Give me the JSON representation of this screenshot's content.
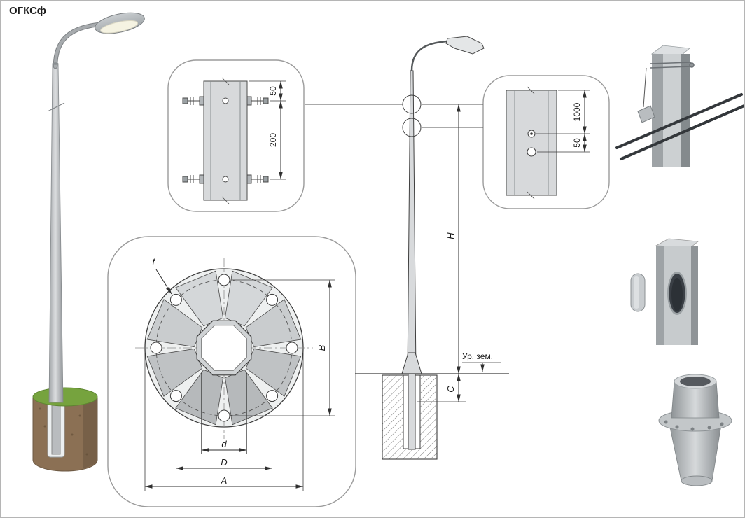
{
  "page": {
    "title": "ОГКСф"
  },
  "colors": {
    "outline": "#3c3c3c",
    "callout_border": "#9b9b9b",
    "metal_light": "#d7d9db",
    "metal_mid": "#b9bcbf",
    "metal_dark": "#8e9294",
    "soil": "#8b7054",
    "grass": "#76a33e",
    "hole_dark": "#3a3f45"
  },
  "detail_top_bracket": {
    "dim_top_offset": "50",
    "dim_bolt_spacing": "200"
  },
  "detail_cable_entry": {
    "dim_height": "1000",
    "dim_hole_offset": "50"
  },
  "elevation": {
    "dim_mounting_height": "H",
    "dim_embedment": "C",
    "ground_level_label": "Ур. зем."
  },
  "flange_plan": {
    "dim_hole_diameter": "f",
    "dim_bolt_span": "B",
    "dim_inner_opening": "d",
    "dim_bolt_circle": "D",
    "dim_outer": "A"
  }
}
